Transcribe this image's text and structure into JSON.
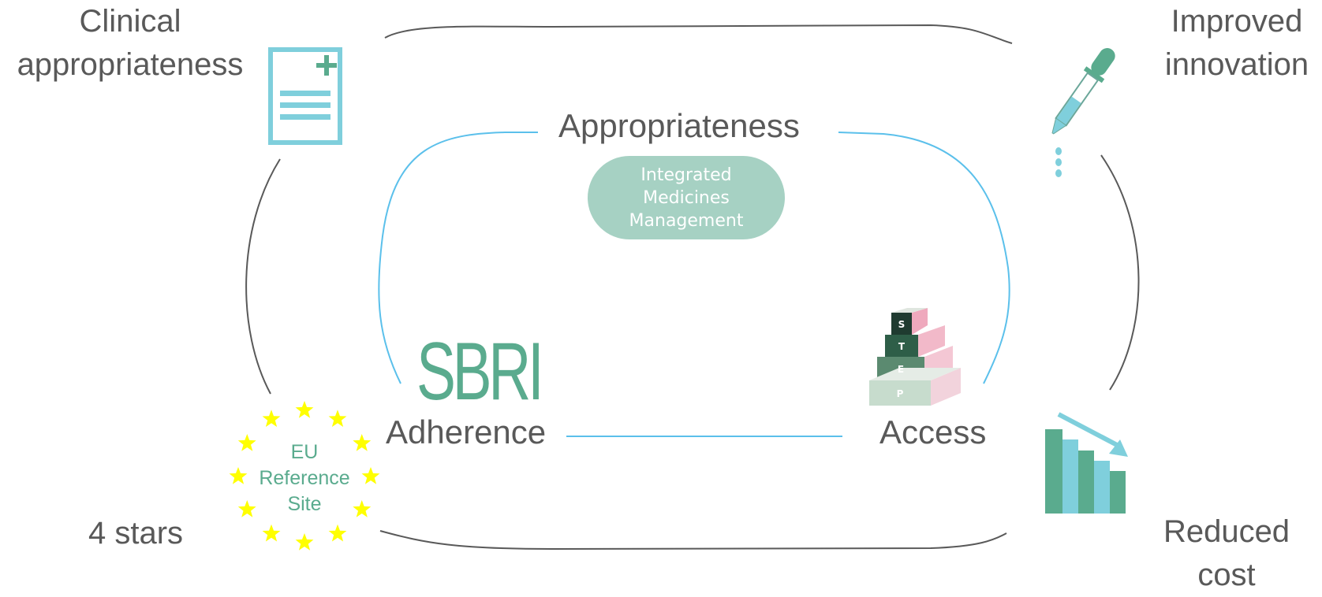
{
  "corners": {
    "top_left": [
      "Clinical",
      "appropriateness"
    ],
    "top_right": [
      "Improved",
      "innovation"
    ],
    "bottom_left": [
      "4 stars"
    ],
    "bottom_right": [
      "Reduced",
      "cost"
    ]
  },
  "inner": {
    "top": "Appropriateness",
    "left": "Adherence",
    "right": "Access"
  },
  "pill": [
    "Integrated",
    "Medicines",
    "Management"
  ],
  "sbri_logo": "SBRI",
  "eu_badge": [
    "EU",
    "Reference",
    "Site"
  ],
  "step_letters": [
    "S",
    "T",
    "E",
    "P"
  ],
  "colors": {
    "outer_line": "#595959",
    "inner_line": "#5bc0eb",
    "teal": "#5aab8e",
    "light_blue": "#7fcfdc",
    "star": "#ffff00"
  }
}
